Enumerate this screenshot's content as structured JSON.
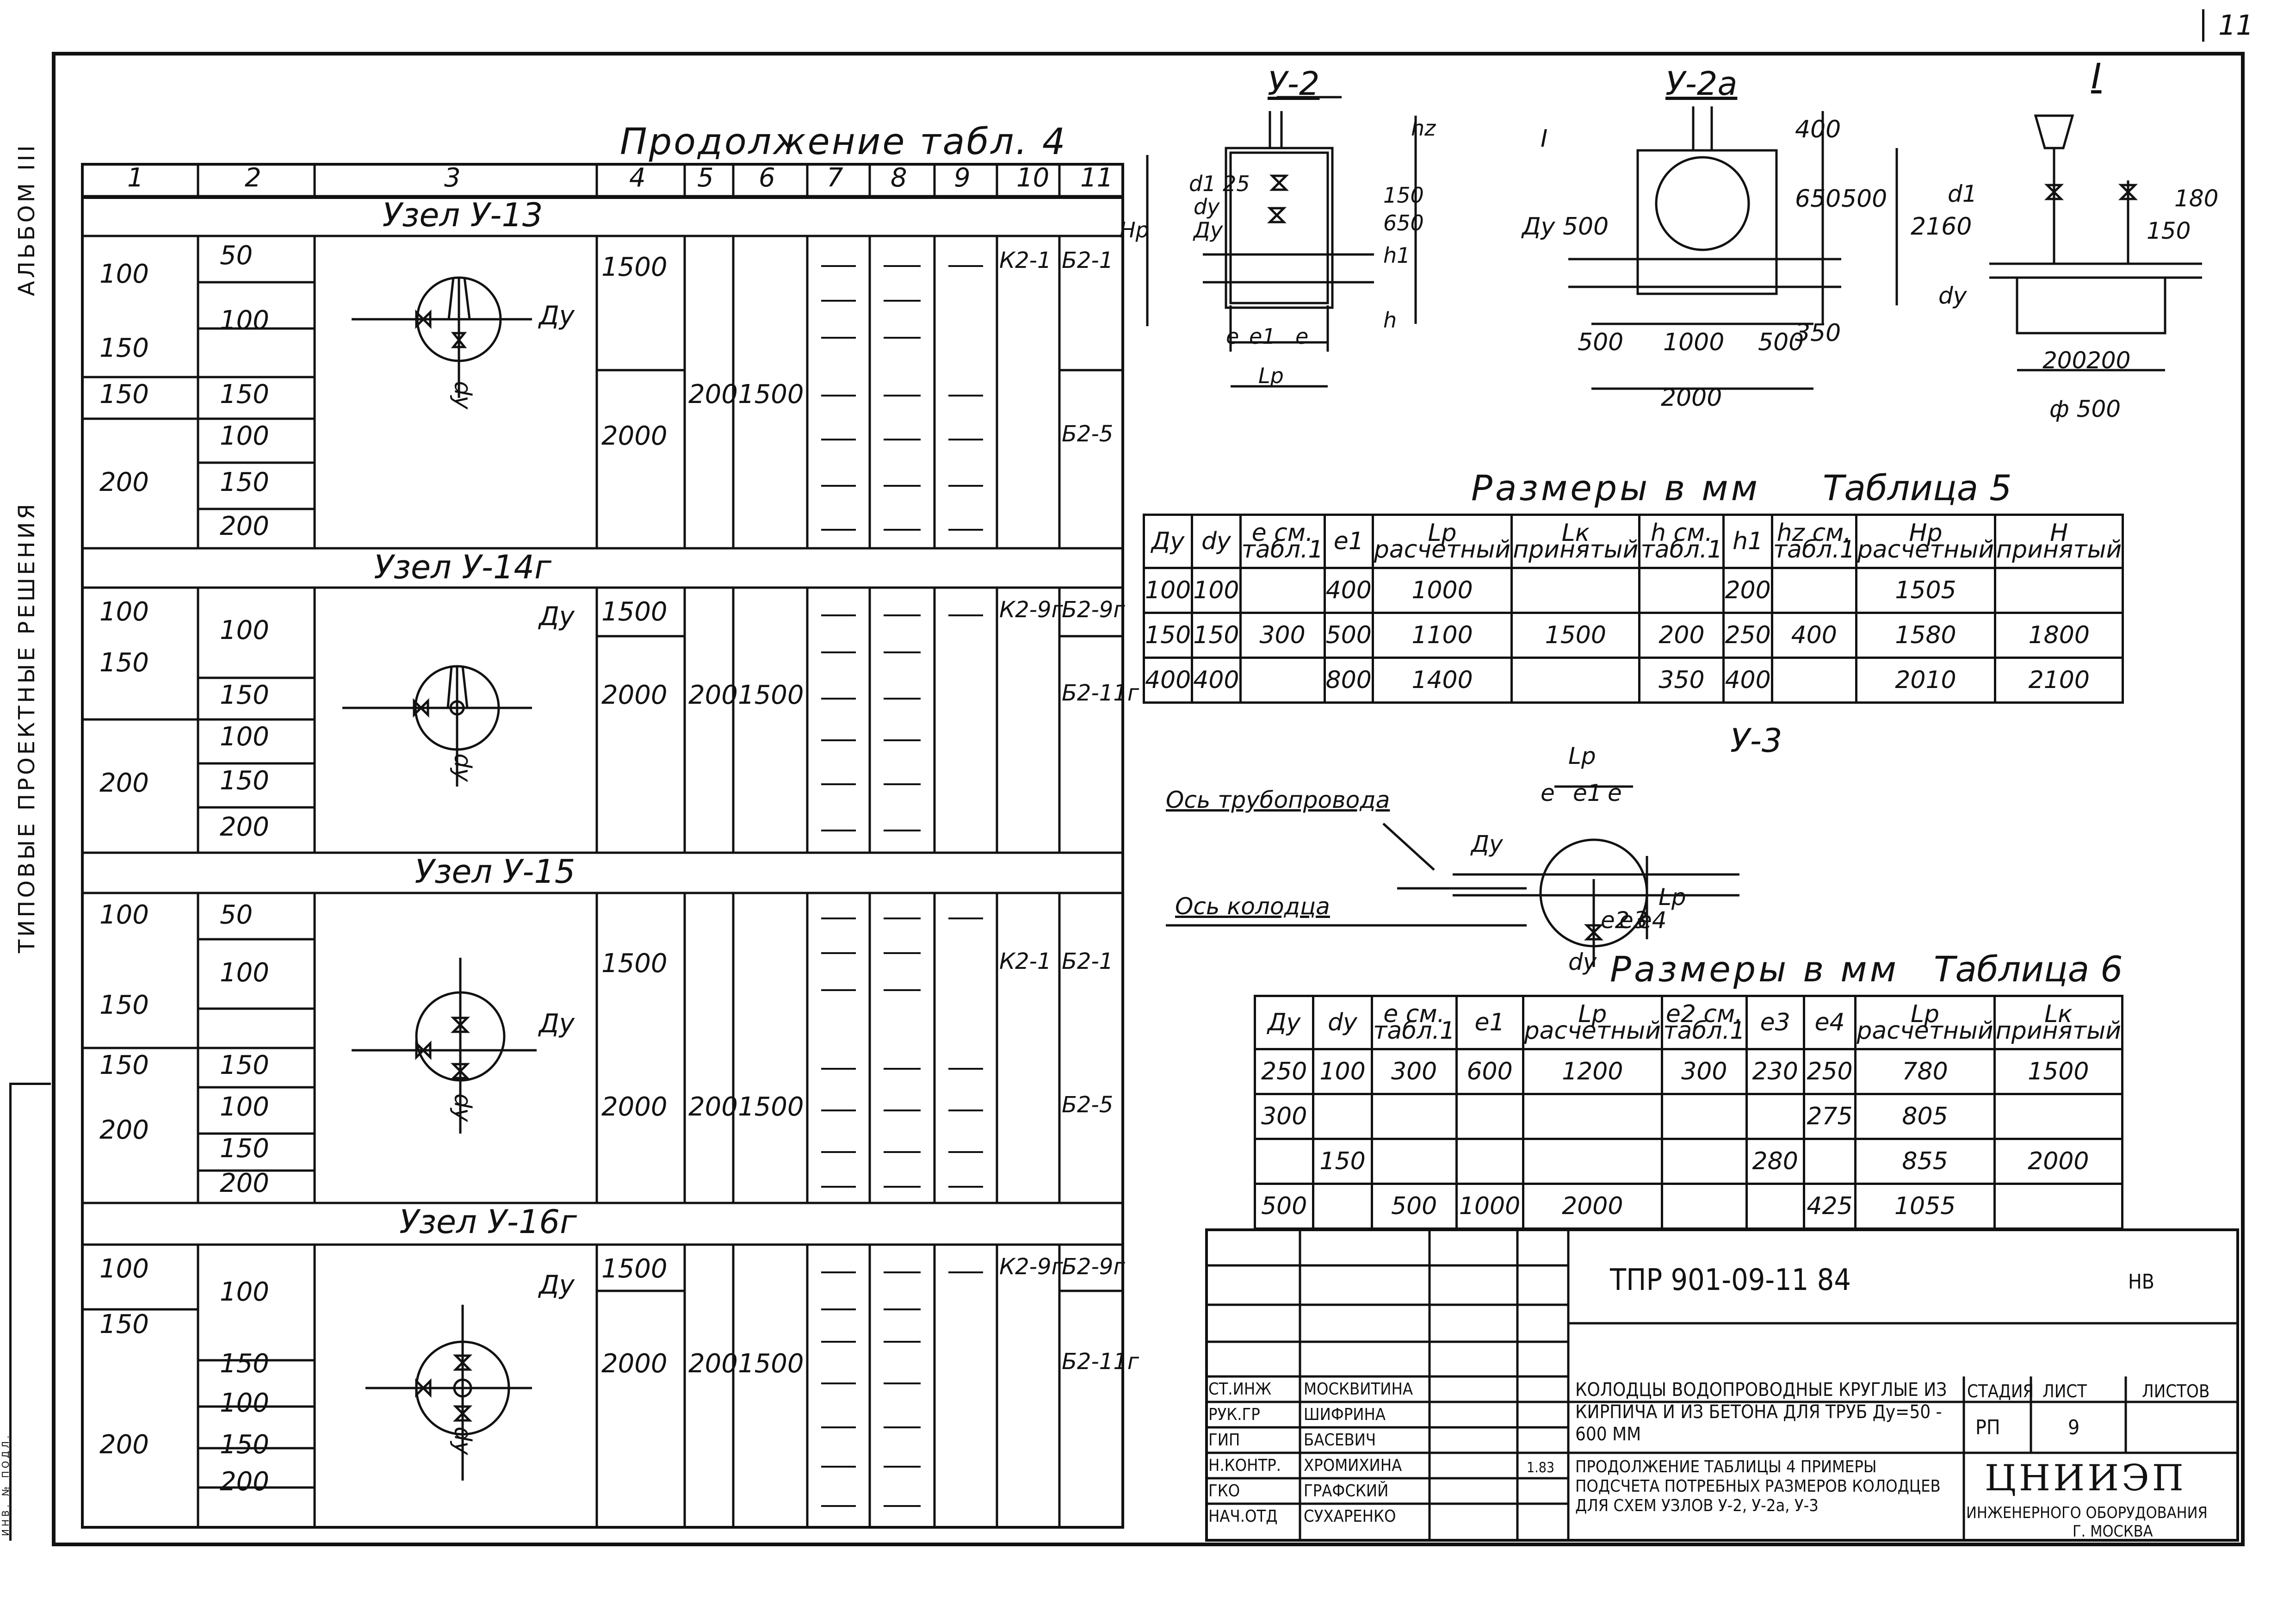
{
  "page_number": "11",
  "side_labels": {
    "album": "АЛЬБОМ III",
    "series": "ТИПОВЫЕ ПРОЕКТНЫЕ РЕШЕНИЯ",
    "inv": "ИНВ. № ПОДЛ."
  },
  "table4": {
    "title": "Продолжение табл. 4",
    "columns": [
      "1",
      "2",
      "3",
      "4",
      "5",
      "6",
      "7",
      "8",
      "9",
      "10",
      "11"
    ],
    "nodes": [
      {
        "title": "Узел У-13",
        "col1": [
          "100",
          "150",
          "150",
          "200"
        ],
        "col2": [
          "50",
          "100",
          "150",
          "100",
          "150",
          "200"
        ],
        "col4": [
          "1500",
          "2000"
        ],
        "col5": "200",
        "col6": "1500",
        "col10": "К2-1",
        "col11": [
          "Б2-1",
          "Б2-5"
        ],
        "labels": {
          "du": "Ду",
          "dy": "dy"
        }
      },
      {
        "title": "Узел У-14г",
        "col1": [
          "100",
          "150",
          "200"
        ],
        "col2": [
          "100",
          "150",
          "100",
          "150",
          "200"
        ],
        "col4": [
          "1500",
          "2000"
        ],
        "col5": "200",
        "col6": "1500",
        "col10": "К2-9г",
        "col11": [
          "Б2-9г",
          "Б2-11г"
        ],
        "labels": {
          "du": "Ду",
          "dy": "dy"
        }
      },
      {
        "title": "Узел У-15",
        "col1": [
          "100",
          "150",
          "150",
          "200"
        ],
        "col2": [
          "50",
          "100",
          "150",
          "100",
          "150",
          "200"
        ],
        "col4": [
          "1500",
          "2000"
        ],
        "col5": "200",
        "col6": "1500",
        "col10": "К2-1",
        "col11": [
          "Б2-1",
          "Б2-5"
        ],
        "labels": {
          "du": "Ду",
          "dy": "dy"
        }
      },
      {
        "title": "Узел У-16г",
        "col1": [
          "100",
          "150",
          "200"
        ],
        "col2": [
          "100",
          "150",
          "100",
          "150",
          "200"
        ],
        "col4": [
          "1500",
          "2000"
        ],
        "col5": "200",
        "col6": "1500",
        "col10": "К2-9г",
        "col11": [
          "Б2-9г",
          "Б2-11г"
        ],
        "labels": {
          "du": "Ду",
          "dy": "dy"
        }
      }
    ]
  },
  "drawings": {
    "u2": {
      "title": "У-2",
      "labels": [
        "hz",
        "d1 25",
        "dy",
        "Ду",
        "Нр",
        "150",
        "650",
        "h1",
        "h",
        "е",
        "е1",
        "е",
        "Lр"
      ]
    },
    "u2a": {
      "title": "У-2а",
      "labels": [
        "I",
        "Ду 500",
        "400",
        "650",
        "500",
        "2160",
        "350",
        "500",
        "1000",
        "500",
        "2000"
      ]
    },
    "detail1": {
      "title": "I",
      "labels": [
        "d1",
        "dy",
        "180",
        "150",
        "200",
        "200",
        "ф 500"
      ]
    },
    "u3": {
      "title": "У-3",
      "labels": [
        "Lр",
        "е",
        "е1",
        "е",
        "Ду",
        "Ось трубопровода",
        "Ось колодца",
        "е2",
        "е3",
        "е4",
        "Lр",
        "dy"
      ]
    }
  },
  "table5": {
    "caption": "Размеры в мм",
    "title": "Таблица 5",
    "headers": [
      "Ду",
      "dy",
      "е см. табл.1",
      "е1",
      "Lр расчетный",
      "Lк принятый",
      "h см. табл.1",
      "h1",
      "hz см. табл.1",
      "Нр расчетный",
      "Н принятый"
    ],
    "rows": [
      [
        "100",
        "100",
        "",
        "400",
        "1000",
        "",
        "",
        "200",
        "",
        "1505",
        ""
      ],
      [
        "150",
        "150",
        "300",
        "500",
        "1100",
        "1500",
        "200",
        "250",
        "400",
        "1580",
        "1800"
      ],
      [
        "400",
        "400",
        "",
        "800",
        "1400",
        "",
        "350",
        "400",
        "",
        "2010",
        "2100"
      ]
    ]
  },
  "table6": {
    "caption": "Размеры в мм",
    "title": "Таблица 6",
    "headers": [
      "Ду",
      "dy",
      "е см. табл.1",
      "е1",
      "Lр расчетный",
      "е2 см. табл.1",
      "е3",
      "е4",
      "Lр расчетный",
      "Lк принятый"
    ],
    "rows": [
      [
        "250",
        "100",
        "300",
        "600",
        "1200",
        "300",
        "230",
        "250",
        "780",
        "1500"
      ],
      [
        "300",
        "",
        "",
        "",
        "",
        "",
        "",
        "275",
        "805",
        ""
      ],
      [
        "",
        "150",
        "",
        "",
        "",
        "",
        "280",
        "",
        "855",
        "2000"
      ],
      [
        "500",
        "",
        "500",
        "1000",
        "2000",
        "",
        "",
        "425",
        "1055",
        ""
      ]
    ]
  },
  "stamp": {
    "code": "ТПР 901-09-11 84",
    "hv": "НВ",
    "roles": [
      "СТ.ИНЖ",
      "РУК.ГР",
      "ГИП",
      "Н.КОНТР.",
      "ГКО",
      "НАЧ.ОТД"
    ],
    "names": [
      "МОСКВИТИНА",
      "ШИФРИНА",
      "БАСЕВИЧ",
      "ХРОМИХИНА",
      "ГРАФСКИЙ",
      "СУХАРЕНКО"
    ],
    "date": "1.83",
    "description1": "КОЛОДЦЫ ВОДОПРОВОДНЫЕ КРУГЛЫЕ ИЗ КИРПИЧА И ИЗ БЕТОНА ДЛЯ ТРУБ Ду=50 - 600 ММ",
    "description2": "ПРОДОЛЖЕНИЕ ТАБЛИЦЫ 4 ПРИМЕРЫ ПОДСЧЕТА ПОТРЕБНЫХ РАЗМЕРОВ КОЛОДЦЕВ ДЛЯ СХЕМ УЗЛОВ У-2, У-2а, У-3",
    "stage_label": "СТАДИЯ",
    "sheet_label": "ЛИСТ",
    "sheets_label": "ЛИСТОВ",
    "stage": "РП",
    "sheet": "9",
    "org": "ЦНИИЭП",
    "org_sub": "ИНЖЕНЕРНОГО ОБОРУДОВАНИЯ",
    "city": "Г. МОСКВА"
  }
}
